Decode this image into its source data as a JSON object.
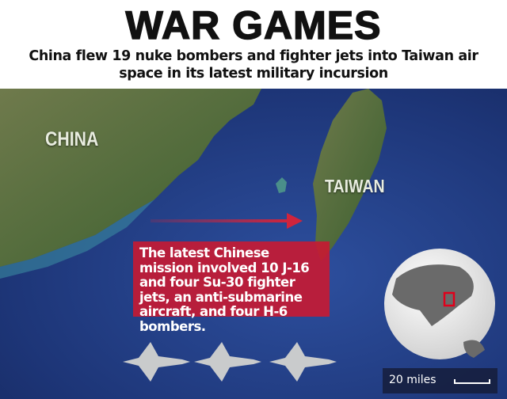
{
  "header": {
    "title": "WAR GAMES",
    "subtitle": "China flew 19 nuke bombers and fighter jets into Taiwan air space in its latest military incursion"
  },
  "map": {
    "labels": {
      "china": "CHINA",
      "taiwan": "TAIWAN"
    },
    "infobox": "The latest Chinese mission involved 10 J-16 and four Su-30 fighter jets, an anti-submarine aircraft, and four H-6 bombers.",
    "scale": "20 miles",
    "colors": {
      "infobox": "#c8102e",
      "arrow": "#d0243c",
      "locator": "#e0001b"
    }
  }
}
